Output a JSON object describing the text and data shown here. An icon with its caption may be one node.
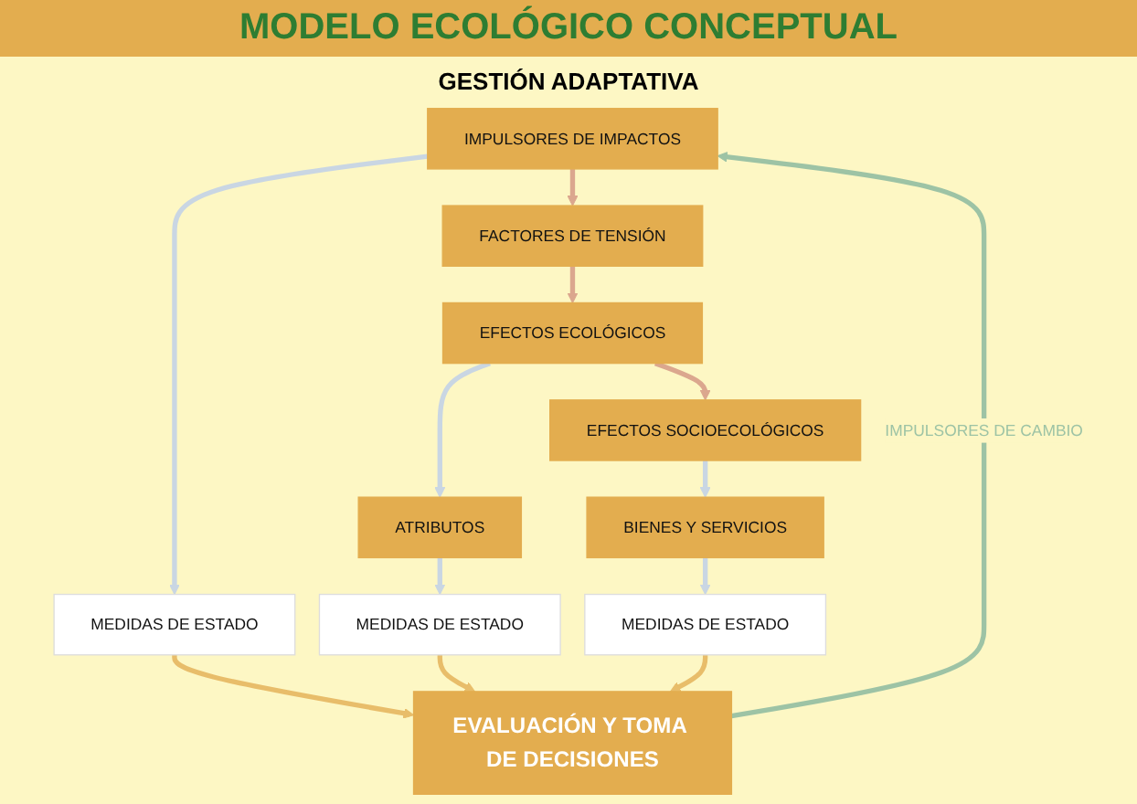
{
  "diagram": {
    "title": "MODELO ECOLÓGICO CONCEPTUAL",
    "labels": [
      "GESTIÓN ADAPTATIVA"
    ],
    "nodes": [
      {
        "text": [
          "IMPULSORES DE IMPACTOS"
        ]
      },
      {
        "text": [
          "MEDIDAS DE ESTADO"
        ]
      },
      {
        "text": [
          "EVALUACIÓN Y TOMA DE DECISIONES"
        ]
      },
      {
        "text": [
          "FACTORES DE TENSIÓN"
        ]
      },
      {
        "text": [
          "EFECTOS ECOLÓGICOS"
        ]
      },
      {
        "text": [
          "ATRIBUTOS"
        ]
      },
      {
        "text": [
          "MEDIDAS DE ESTADO"
        ]
      },
      {
        "text": [
          "EFECTOS SOCIOECOLÓGICOS"
        ]
      },
      {
        "text": [
          "BIENES Y SERVICIOS"
        ]
      },
      {
        "text": [
          "MEDIDAS DE ESTADO"
        ]
      }
    ],
    "edges": [
      {
        "from": 0,
        "to": 1,
        "arrow": "to"
      },
      {
        "from": 1,
        "to": 2,
        "arrow": "to",
        "color": "#e8bd6a"
      },
      {
        "from": 2,
        "to": 0,
        "arrow": "to",
        "label": "IMPULSORES DE CAMBIO",
        "color": "#9dc3a5"
      },
      {
        "from": 0,
        "to": 3,
        "arrow": "to",
        "color": "#dba78e"
      },
      {
        "from": 3,
        "to": 4,
        "arrow": "to",
        "color": "#dba78e"
      },
      {
        "from": 4,
        "to": 5,
        "arrow": "to"
      },
      {
        "from": 5,
        "to": 6,
        "arrow": "to"
      },
      {
        "from": 4,
        "to": 7,
        "arrow": "to",
        "color": "#dba78e"
      },
      {
        "from": 7,
        "to": 8,
        "arrow": "to"
      },
      {
        "from": 8,
        "to": 9,
        "arrow": "to"
      },
      {
        "from": 6,
        "to": 2,
        "arrow": "to",
        "color": "#e8bd6a"
      },
      {
        "from": 9,
        "to": 2,
        "arrow": "to",
        "color": "#e8bd6a"
      }
    ]
  }
}
